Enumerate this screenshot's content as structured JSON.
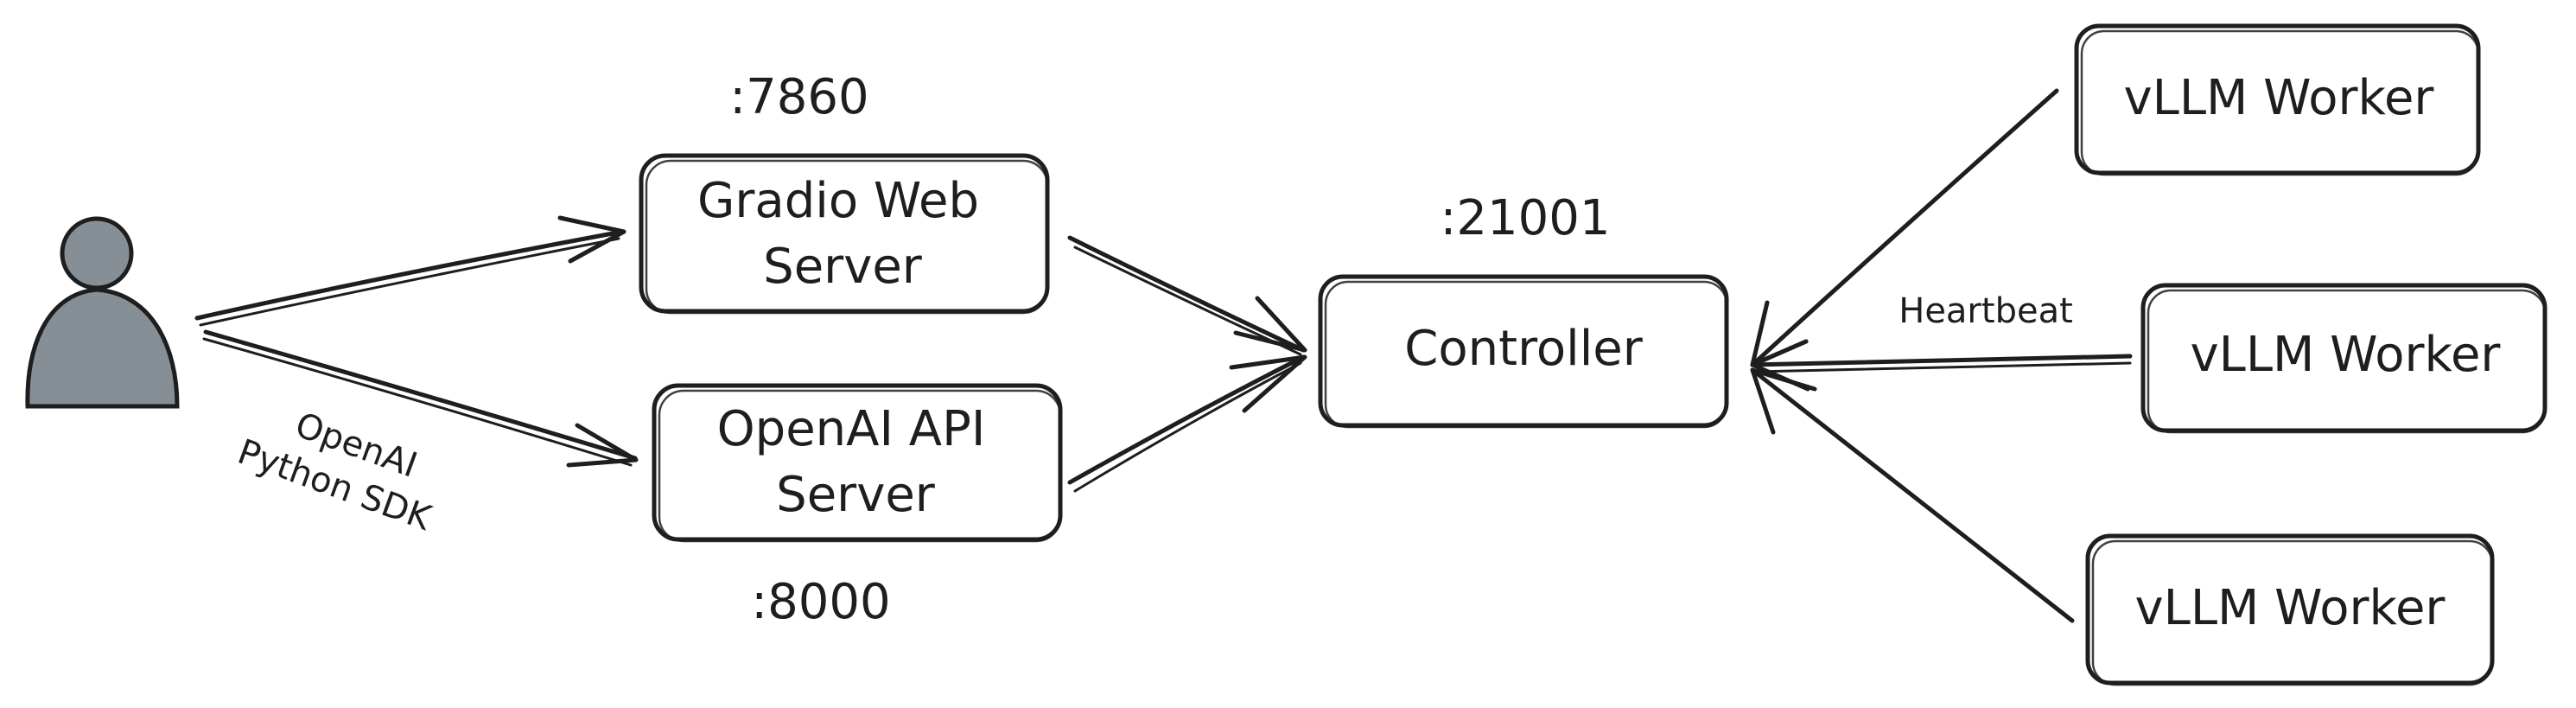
{
  "user": {
    "icon": "user-icon",
    "color": "#868e96"
  },
  "nodes": {
    "gradio": {
      "lines": [
        "Gradio Web",
        "Server"
      ],
      "port": ":7860"
    },
    "openai_api": {
      "lines": [
        "OpenAI API",
        "Server"
      ],
      "port": ":8000"
    },
    "controller": {
      "lines": [
        "Controller"
      ],
      "port": ":21001"
    },
    "worker_1": {
      "lines": [
        "vLLM Worker"
      ]
    },
    "worker_2": {
      "lines": [
        "vLLM Worker"
      ]
    },
    "worker_3": {
      "lines": [
        "vLLM Worker"
      ]
    }
  },
  "edges": {
    "user_to_openai": {
      "label_lines": [
        "OpenAI",
        "Python SDK"
      ]
    },
    "worker_to_controller": {
      "label": "Heartbeat"
    }
  },
  "colors": {
    "stroke": "#1e1e1e",
    "background": "#ffffff",
    "user_fill": "#868e96"
  }
}
